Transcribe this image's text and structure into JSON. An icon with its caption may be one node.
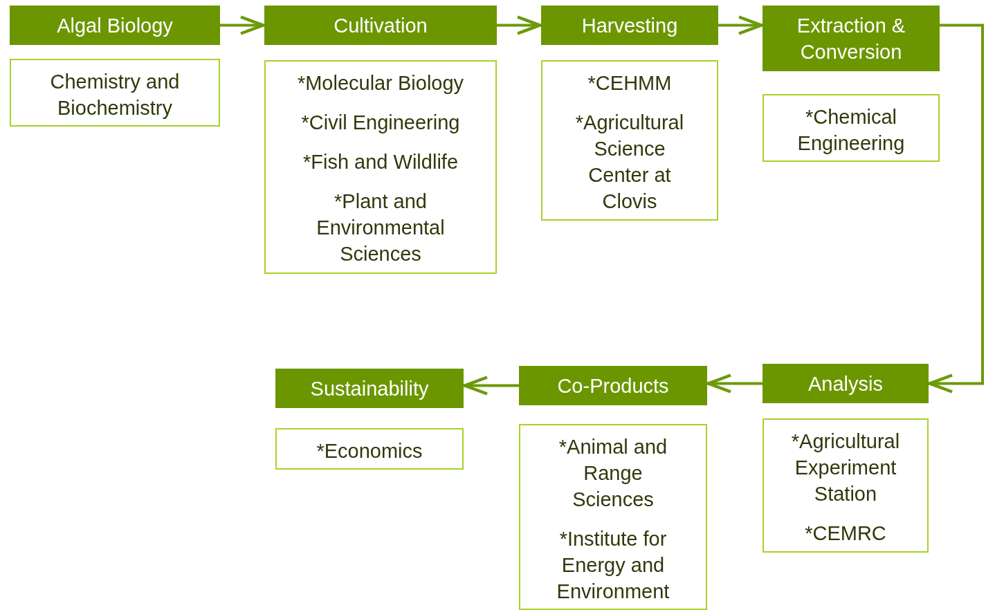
{
  "diagram": {
    "nodes": [
      {
        "text": [
          "Algal Biology"
        ]
      },
      {
        "text": [
          "Cultivation"
        ]
      },
      {
        "text": [
          "Harvesting"
        ]
      },
      {
        "text": [
          "Extraction & Conversion"
        ]
      },
      {
        "text": [
          "Chemistry and Biochemistry"
        ]
      },
      {
        "text": [
          "*Molecular Biology",
          "*Civil Engineering",
          "*Fish and Wildlife",
          "*Plant and Environmental Sciences"
        ]
      },
      {
        "text": [
          "*CEHMM",
          "*Agricultural Science Center at Clovis"
        ]
      },
      {
        "text": [
          "*Chemical Engineering"
        ]
      },
      {
        "text": [
          "Sustainability"
        ]
      },
      {
        "text": [
          "Co-Products"
        ]
      },
      {
        "text": [
          "Analysis"
        ]
      },
      {
        "text": [
          "*Economics"
        ]
      },
      {
        "text": [
          "*Animal and Range Sciences",
          "*Institute for Energy and Environment"
        ]
      },
      {
        "text": [
          "*Agricultural Experiment Station",
          "*CEMRC"
        ]
      }
    ],
    "edges": [
      {
        "from": 0,
        "to": 1,
        "arrow": "to"
      },
      {
        "from": 1,
        "to": 2,
        "arrow": "to"
      },
      {
        "from": 2,
        "to": 3,
        "arrow": "to"
      },
      {
        "from": 3,
        "to": 10,
        "arrow": "to"
      },
      {
        "from": 10,
        "to": 9,
        "arrow": "to"
      },
      {
        "from": 9,
        "to": 8,
        "arrow": "to"
      }
    ]
  }
}
